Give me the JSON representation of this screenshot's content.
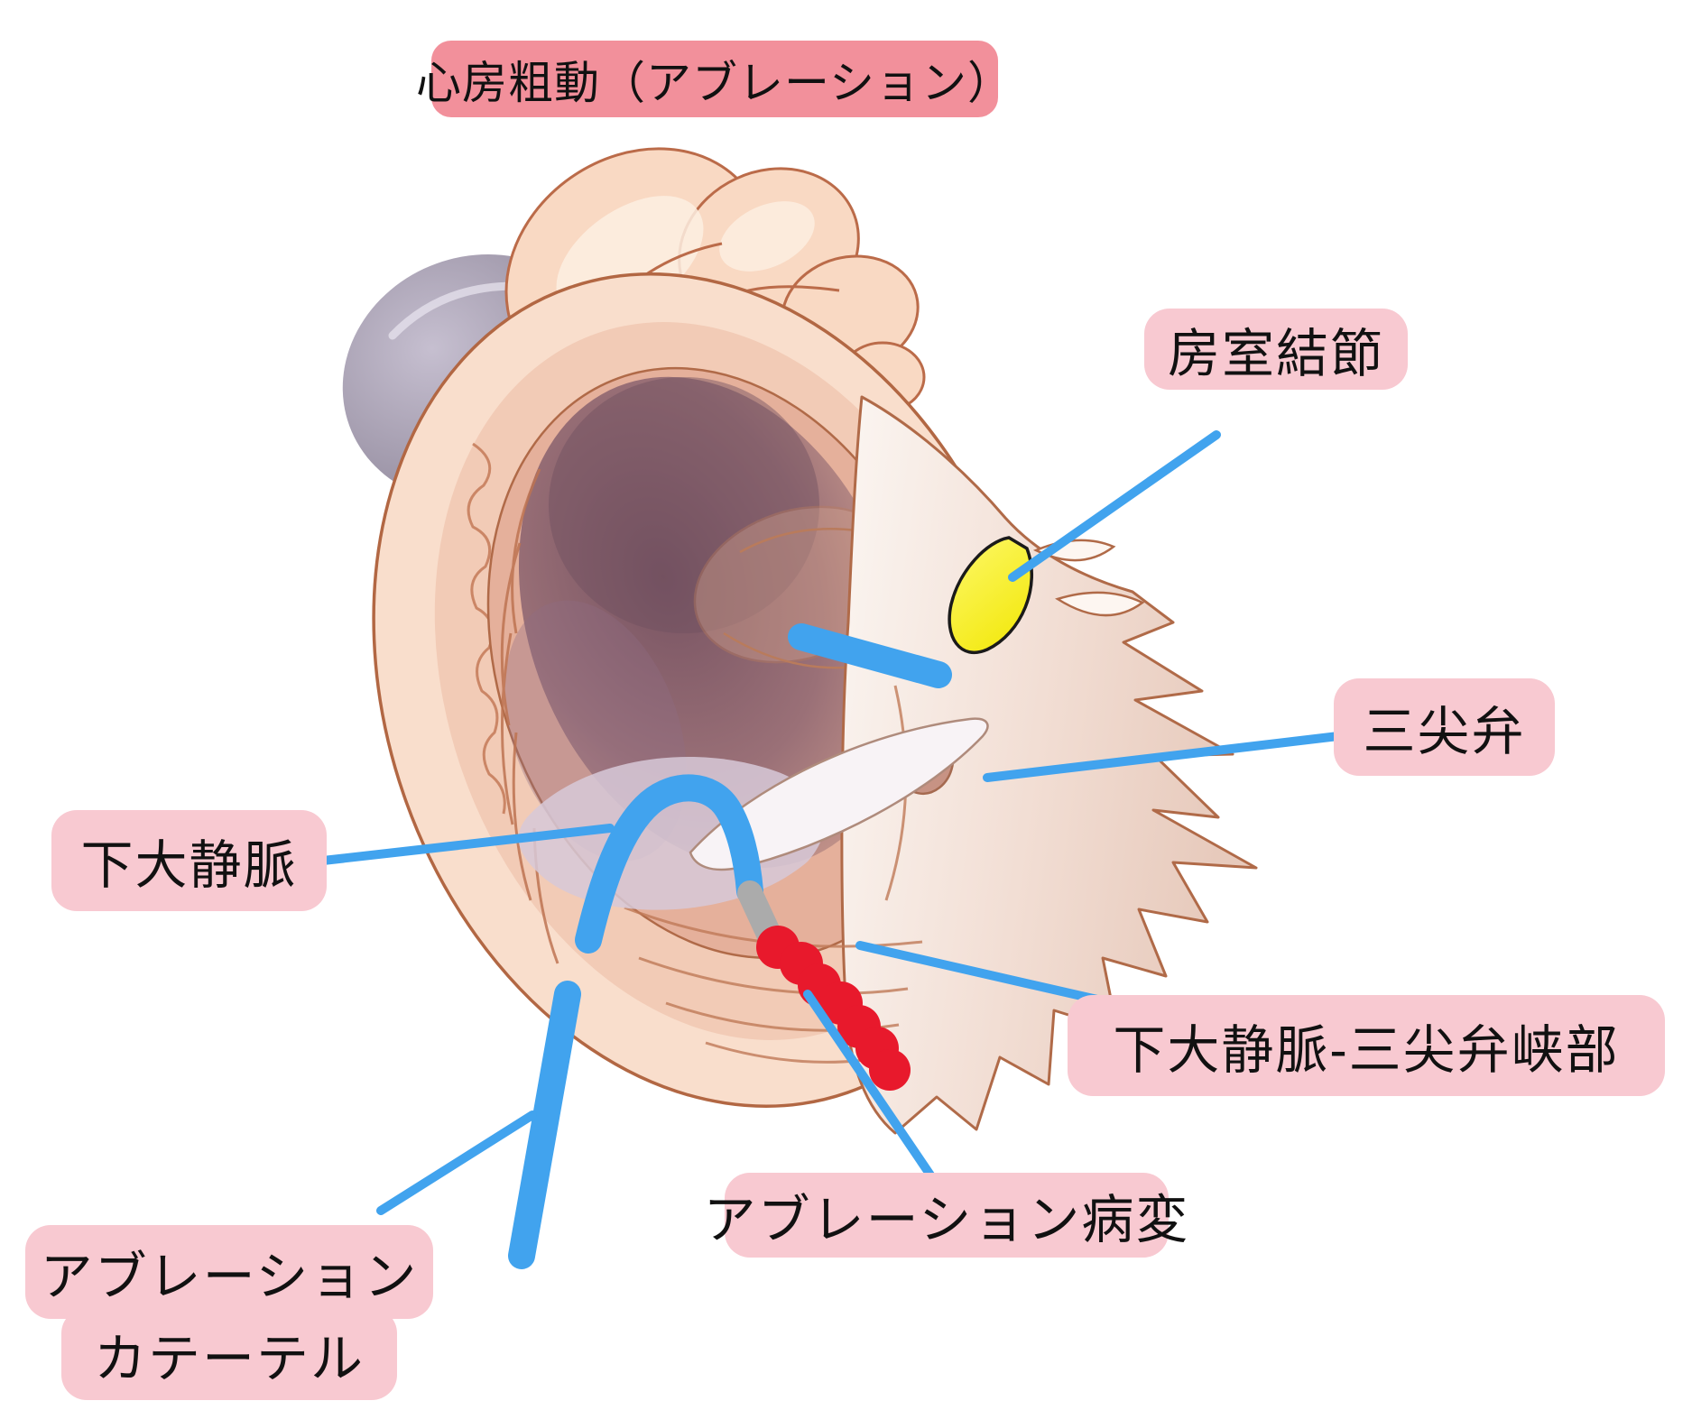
{
  "title": "心房粗動（アブレーション）",
  "labels": {
    "av_node": "房室結節",
    "tricuspid_valve": "三尖弁",
    "inferior_vena_cava": "下大静脈",
    "cavotricuspid_isthmus": "下大静脈-三尖弁峡部",
    "ablation_lesion": "アブレーション病変",
    "ablation_catheter_line1": "アブレーション",
    "ablation_catheter_line2": "カテーテル"
  },
  "colors": {
    "title_box_bg": "#f2909b",
    "label_box_bg": "#f8c9d1",
    "label_text": "#111111",
    "leader_line": "#41a3ee",
    "catheter_blue": "#41a3ee",
    "catheter_tip_gray": "#ababab",
    "lesion_red": "#e8192c",
    "av_node_yellow": "#f5ec12",
    "heart_outer": "#f9decc",
    "heart_outline": "#b26743"
  }
}
